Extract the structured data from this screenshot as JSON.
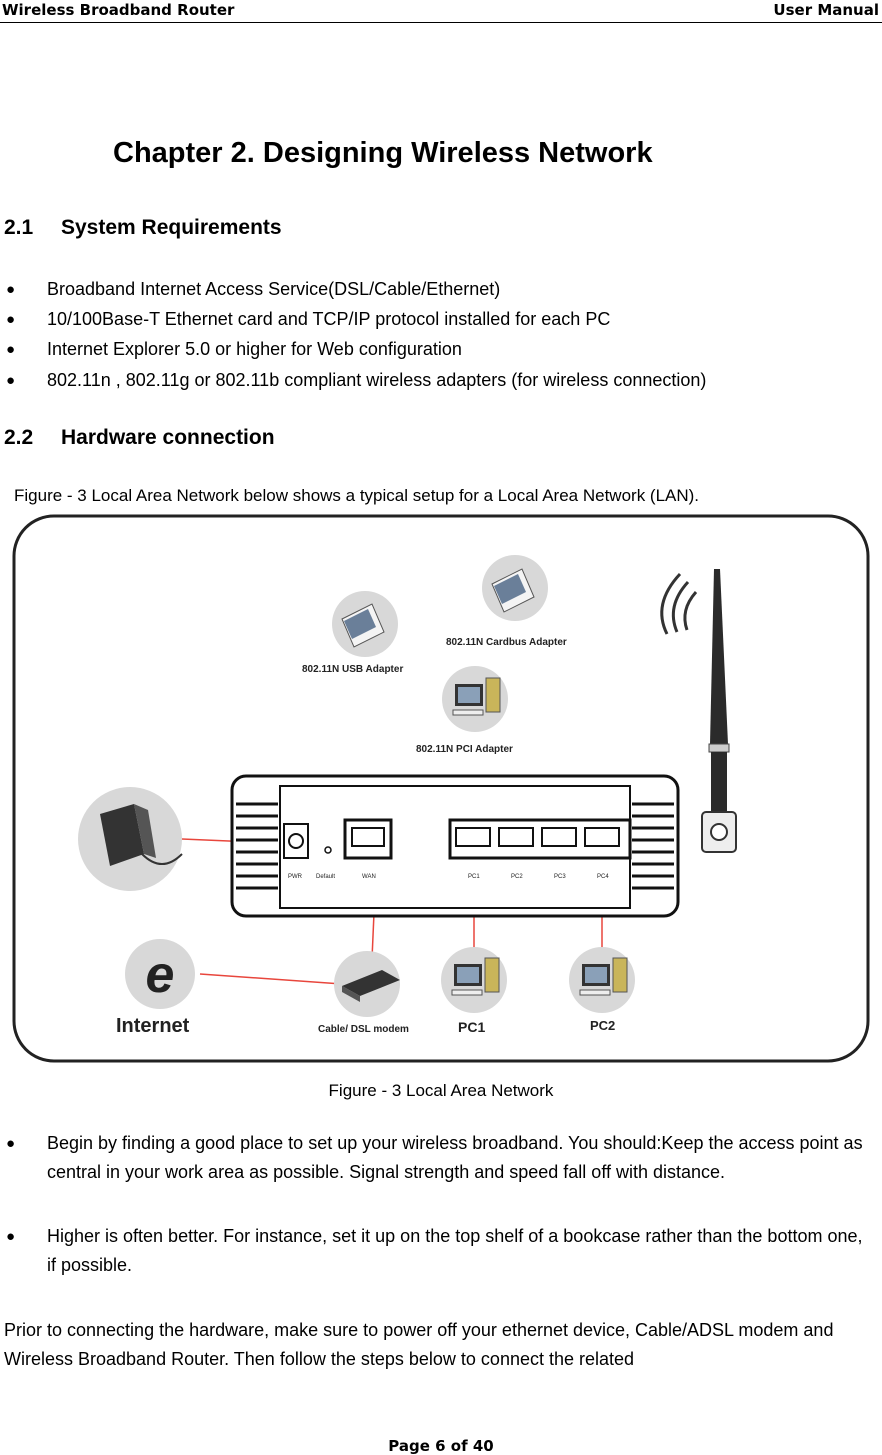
{
  "header": {
    "left": "Wireless Broadband Router",
    "right": "User Manual"
  },
  "chapter_title": "Chapter 2. Designing Wireless Network",
  "section1": {
    "number": "2.1",
    "title": "System Requirements"
  },
  "requirements": [
    "Broadband Internet Access Service(DSL/Cable/Ethernet)",
    "10/100Base-T Ethernet card and TCP/IP protocol installed for each PC",
    "Internet Explorer 5.0 or higher for Web configuration",
    "802.11n , 802.11g or 802.11b compliant wireless adapters (for wireless connection)"
  ],
  "bullet_glyph": "●",
  "section2": {
    "number": "2.2",
    "title": "Hardware connection"
  },
  "figure_intro": "Figure - 3 Local Area Network below shows a typical setup for a Local Area Network (LAN).",
  "figure": {
    "usb_adapter": "802.11N USB  Adapter",
    "cardbus_adapter": "802.11N Cardbus Adapter",
    "pci_adapter": "802.11N PCI  Adapter",
    "ports": {
      "pwr": "PWR",
      "default": "Default",
      "wan": "WAN",
      "pc1": "PC1",
      "pc2": "PC2",
      "pc3": "PC3",
      "pc4": "PC4"
    },
    "internet": "Internet",
    "modem": "Cable/ DSL modem",
    "pc1": "PC1",
    "pc2": "PC2",
    "link_color": "#e8463c"
  },
  "figure_caption": "Figure - 3 Local Area Network",
  "tips": [
    "Begin by finding a good place to set up your wireless broadband. You should:Keep the access point as central in your work area as possible. Signal strength and speed fall off with distance.",
    "Higher is often better. For instance, set it up on the top shelf of a bookcase rather than the bottom one, if possible."
  ],
  "closing_paragraph": "Prior to connecting the hardware, make sure to power off your ethernet device, Cable/ADSL modem and Wireless Broadband Router. Then follow the steps below to connect the related",
  "footer": "Page 6 of 40"
}
